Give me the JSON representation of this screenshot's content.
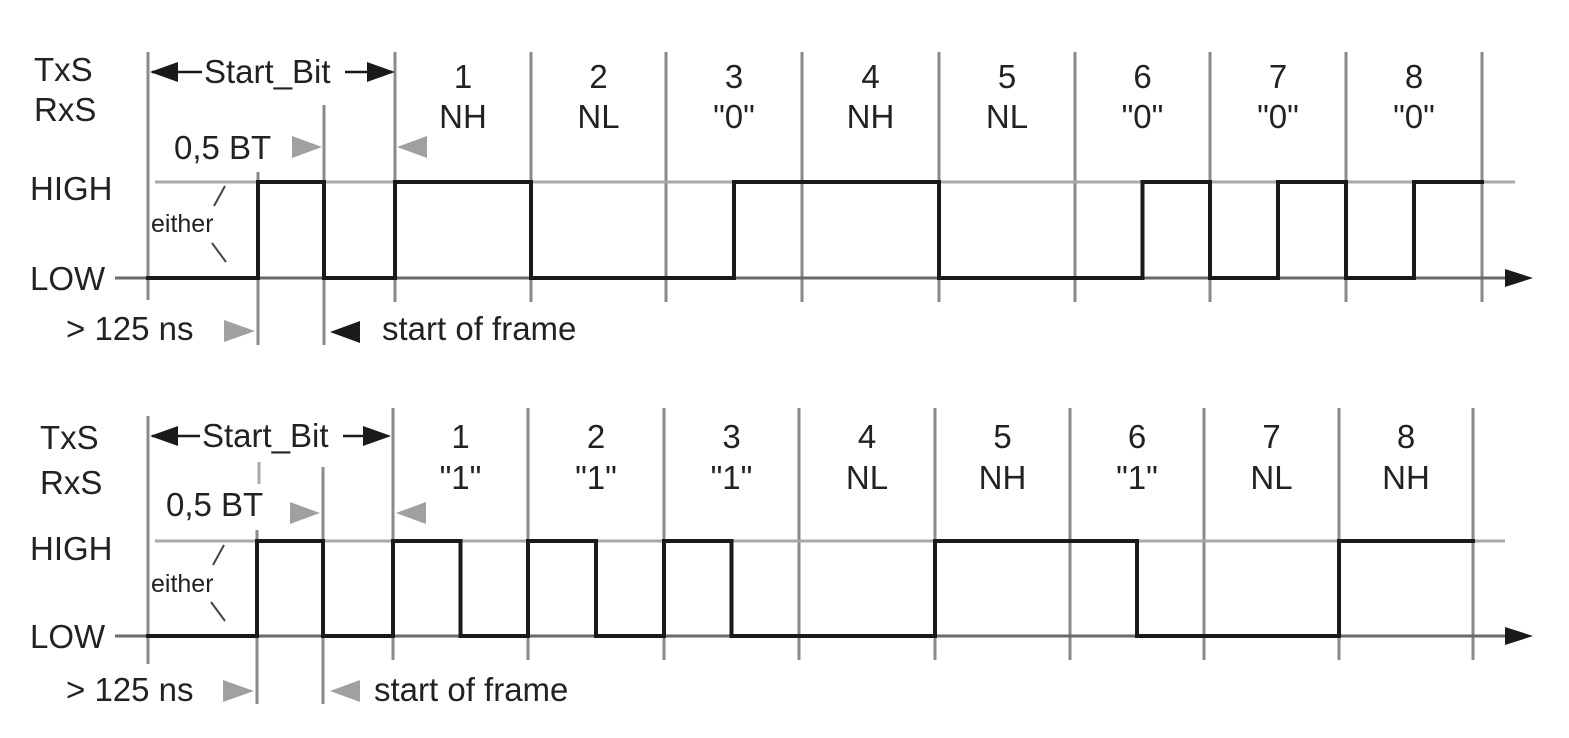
{
  "colors": {
    "signal": "#1a1a1a",
    "grid": "#8a8a8a",
    "guide": "#a8a8a8",
    "text": "#222222",
    "arrow_gray": "#a0a0a0"
  },
  "panels": [
    {
      "id": "top",
      "labels": {
        "txs": "TxS",
        "rxs": "RxS",
        "start_bit": "Start_Bit",
        "half_bt": "0,5 BT",
        "high": "HIGH",
        "low": "LOW",
        "either": "either",
        "min_time": "> 125 ns",
        "start_of_frame": "start of frame"
      },
      "bits": [
        {
          "number": "1",
          "label": "NH"
        },
        {
          "number": "2",
          "label": "NL"
        },
        {
          "number": "3",
          "label": "\"0\""
        },
        {
          "number": "4",
          "label": "NH"
        },
        {
          "number": "5",
          "label": "NL"
        },
        {
          "number": "6",
          "label": "\"0\""
        },
        {
          "number": "7",
          "label": "\"0\""
        },
        {
          "number": "8",
          "label": "\"0\""
        }
      ],
      "signal_levels": {
        "start_bit": [
          "low",
          "high"
        ],
        "bits": [
          [
            "high",
            "high"
          ],
          [
            "low",
            "low"
          ],
          [
            "low",
            "high"
          ],
          [
            "high",
            "high"
          ],
          [
            "low",
            "low"
          ],
          [
            "low",
            "high"
          ],
          [
            "low",
            "high"
          ],
          [
            "low",
            "high"
          ]
        ]
      }
    },
    {
      "id": "bottom",
      "labels": {
        "txs": "TxS",
        "rxs": "RxS",
        "start_bit": "Start_Bit",
        "half_bt": "0,5 BT",
        "high": "HIGH",
        "low": "LOW",
        "either": "either",
        "min_time": "> 125 ns",
        "start_of_frame": "start of frame"
      },
      "bits": [
        {
          "number": "1",
          "label": "\"1\""
        },
        {
          "number": "2",
          "label": "\"1\""
        },
        {
          "number": "3",
          "label": "\"1\""
        },
        {
          "number": "4",
          "label": "NL"
        },
        {
          "number": "5",
          "label": "NH"
        },
        {
          "number": "6",
          "label": "\"1\""
        },
        {
          "number": "7",
          "label": "NL"
        },
        {
          "number": "8",
          "label": "NH"
        }
      ],
      "signal_levels": {
        "start_bit": [
          "low",
          "high"
        ],
        "bits": [
          [
            "high",
            "low"
          ],
          [
            "high",
            "low"
          ],
          [
            "high",
            "low"
          ],
          [
            "low",
            "low"
          ],
          [
            "high",
            "high"
          ],
          [
            "high",
            "low"
          ],
          [
            "low",
            "low"
          ],
          [
            "high",
            "high"
          ]
        ]
      }
    }
  ]
}
